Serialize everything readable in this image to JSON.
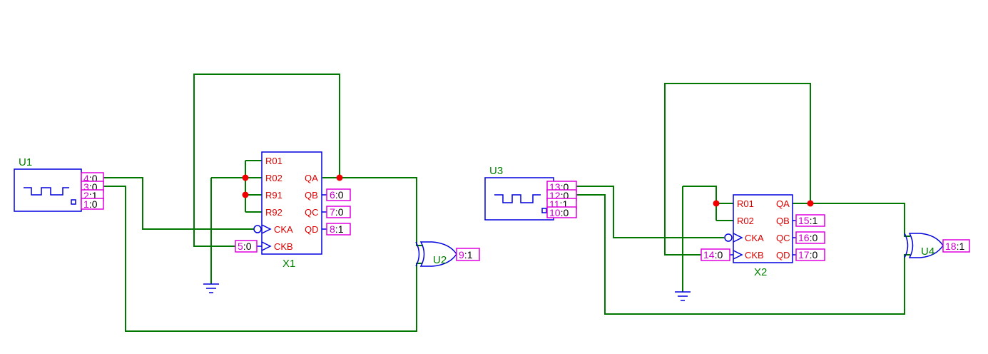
{
  "colors": {
    "wire": "#007800",
    "component": "#0000dd",
    "pin_label": "#dd0000",
    "probe_border": "#dd00dd",
    "probe_number": "#cc00cc",
    "junction": "#ee0000",
    "refdes": "#008000"
  },
  "refdes": {
    "u1": "U1",
    "u2": "U2",
    "u3": "U3",
    "u4": "U4",
    "x1": "X1",
    "x2": "X2"
  },
  "counter_pins": {
    "r01": "R01",
    "r02": "R02",
    "r91": "R91",
    "r92": "R92",
    "cka": "CKA",
    "ckb": "CKB",
    "qa": "QA",
    "qb": "QB",
    "qc": "QC",
    "qd": "QD"
  },
  "probes": {
    "p1": {
      "n": "1",
      "sep": ":",
      "v": "0"
    },
    "p2": {
      "n": "2",
      "sep": ":",
      "v": "1"
    },
    "p3": {
      "n": "3",
      "sep": ":",
      "v": "0"
    },
    "p4": {
      "n": "4",
      "sep": ":",
      "v": "0"
    },
    "p5": {
      "n": "5",
      "sep": ":",
      "v": "0"
    },
    "p6": {
      "n": "6",
      "sep": ":",
      "v": "0"
    },
    "p7": {
      "n": "7",
      "sep": ":",
      "v": "0"
    },
    "p8": {
      "n": "8",
      "sep": ":",
      "v": "1"
    },
    "p9": {
      "n": "9",
      "sep": ":",
      "v": "1"
    },
    "p10": {
      "n": "10",
      "sep": ":",
      "v": "0"
    },
    "p11": {
      "n": "11",
      "sep": ":",
      "v": "1"
    },
    "p12": {
      "n": "12",
      "sep": ":",
      "v": "0"
    },
    "p13": {
      "n": "13",
      "sep": ":",
      "v": "0"
    },
    "p14": {
      "n": "14",
      "sep": ":",
      "v": "0"
    },
    "p15": {
      "n": "15",
      "sep": ":",
      "v": "1"
    },
    "p16": {
      "n": "16",
      "sep": ":",
      "v": "0"
    },
    "p17": {
      "n": "17",
      "sep": ":",
      "v": "0"
    },
    "p18": {
      "n": "18",
      "sep": ":",
      "v": "1"
    }
  }
}
